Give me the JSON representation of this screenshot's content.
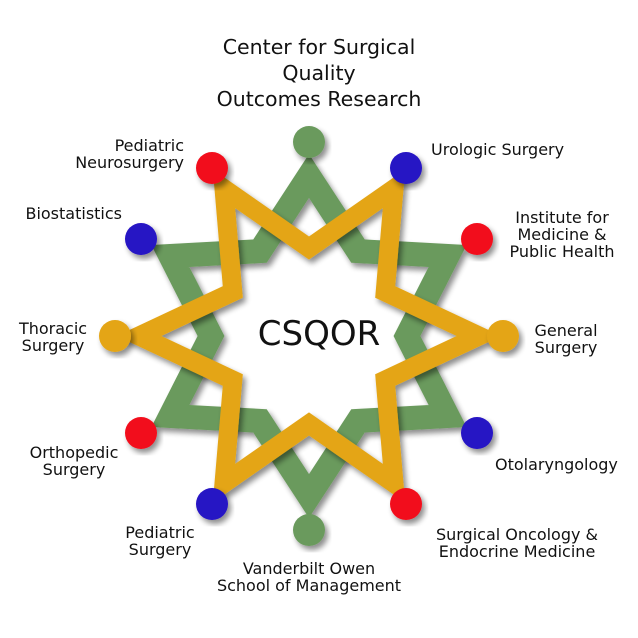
{
  "title": "Center for Surgical\nQuality\nOutcomes Research",
  "center_label": "CSQOR",
  "colors": {
    "green": "#6b9a5d",
    "gold": "#e4a516",
    "red": "#f20d1a",
    "blue": "#2812c4",
    "shadow": "#9a9a9a"
  },
  "nodes": [
    {
      "label": "",
      "color": "green"
    },
    {
      "label": "Urologic Surgery",
      "color": "blue"
    },
    {
      "label": "Institute for\nMedicine &\nPublic Health",
      "color": "red"
    },
    {
      "label": "General\nSurgery",
      "color": "gold"
    },
    {
      "label": "Otolaryngology",
      "color": "blue"
    },
    {
      "label": "Surgical Oncology &\nEndocrine Medicine",
      "color": "red"
    },
    {
      "label": "Vanderbilt Owen\nSchool of Management",
      "color": "green"
    },
    {
      "label": "Pediatric\nSurgery",
      "color": "blue"
    },
    {
      "label": "Orthopedic\nSurgery",
      "color": "red"
    },
    {
      "label": "Thoracic\nSurgery",
      "color": "gold"
    },
    {
      "label": "Biostatistics",
      "color": "blue"
    },
    {
      "label": "Pediatric\nNeurosurgery",
      "color": "red"
    }
  ]
}
